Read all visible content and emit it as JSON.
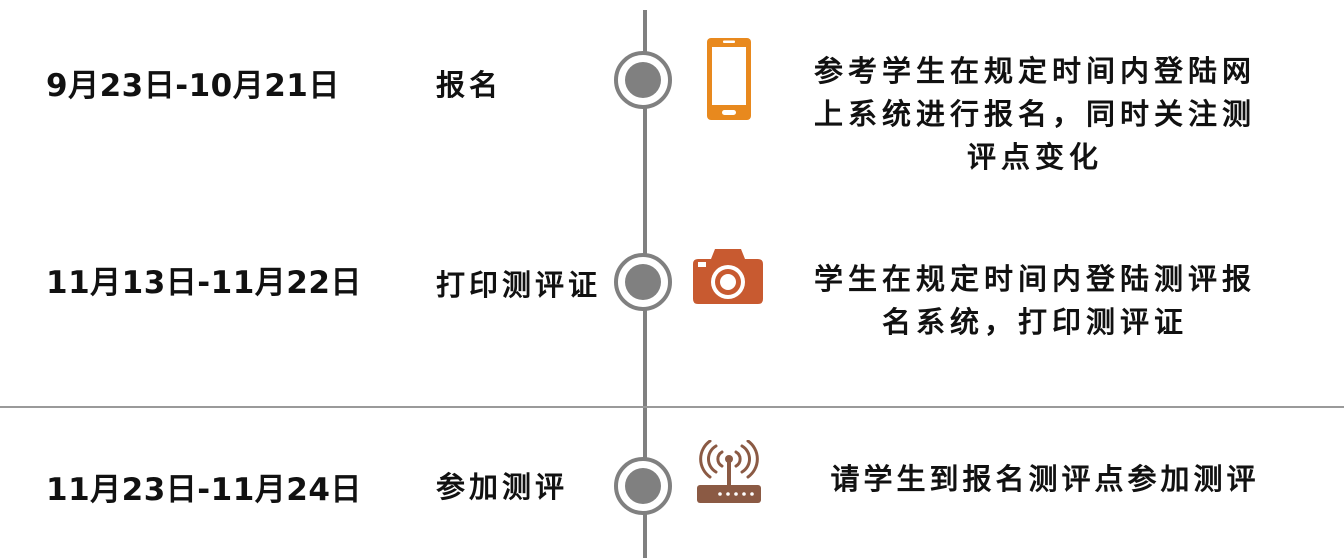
{
  "timeline": {
    "colors": {
      "line": "#808080",
      "orange": "#E8891E",
      "red": "#C85A30",
      "brown": "#8B5A44"
    },
    "events": [
      {
        "date": "9月23日-10月21日",
        "stage": "报名",
        "icon": "smartphone-icon",
        "description": "参考学生在规定时间内登陆网上系统进行报名，同时关注测评点变化"
      },
      {
        "date": "11月13日-11月22日",
        "stage": "打印测评证",
        "icon": "camera-icon",
        "description": "学生在规定时间内登陆测评报名系统，打印测评证"
      },
      {
        "date": "11月23日-11月24日",
        "stage": "参加测评",
        "icon": "wifi-router-icon",
        "description": "请学生到报名测评点参加测评"
      }
    ]
  }
}
